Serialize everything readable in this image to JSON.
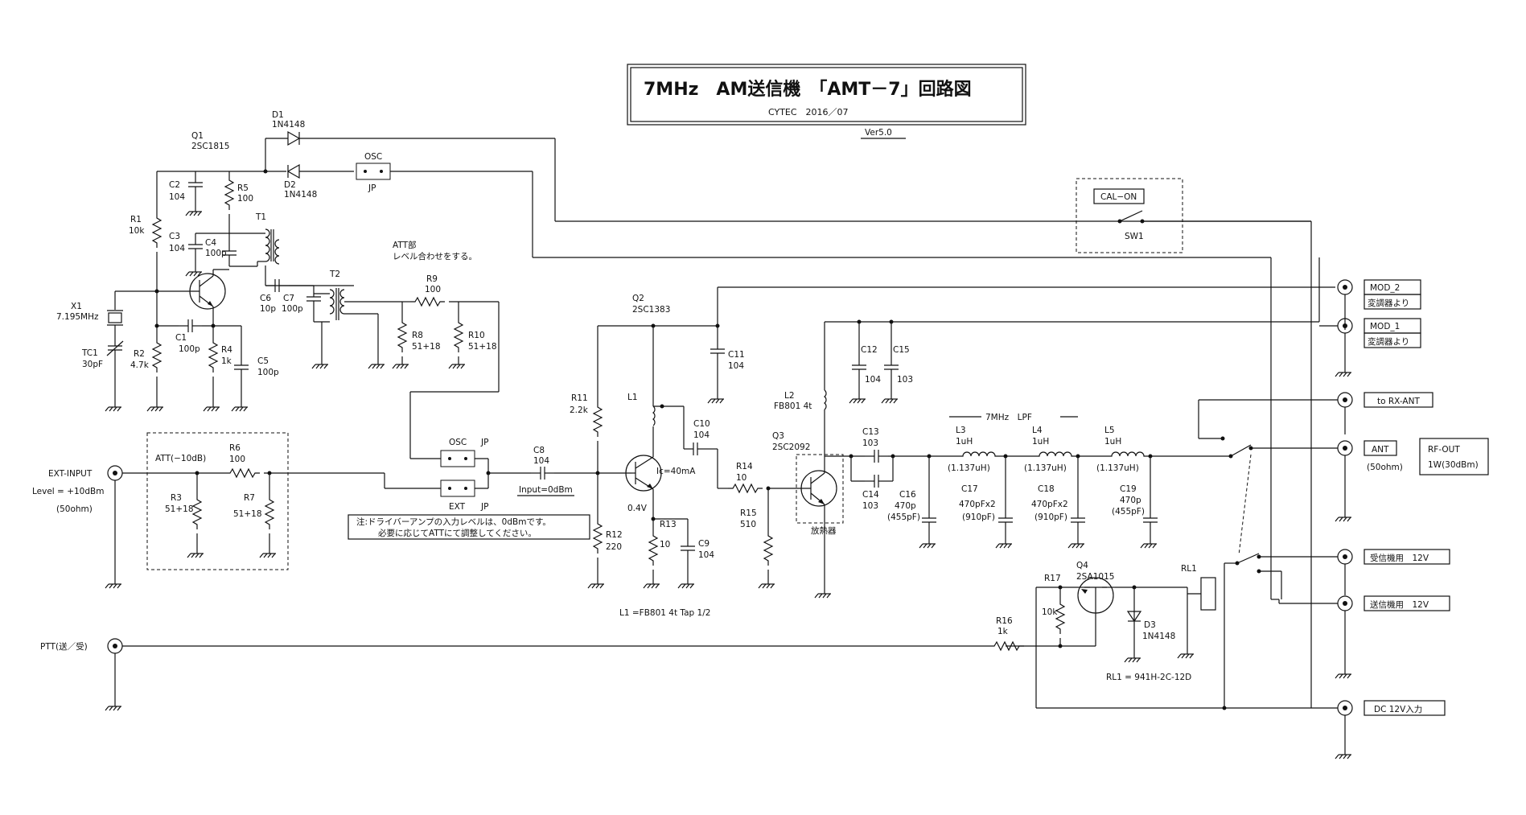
{
  "title": "7MHz　AM送信機　「AMT－7」回路図",
  "subtitle": "CYTEC　2016／07",
  "version": "Ver5.0",
  "parts": {
    "d1": "D1",
    "d1v": "1N4148",
    "d2": "D2",
    "d2v": "1N4148",
    "q1": "Q1",
    "q1v": "2SC1815",
    "r1": "R1",
    "r1v": "10k",
    "r2": "R2",
    "r2v": "4.7k",
    "r4": "R4",
    "r4v": "1k",
    "r5": "R5",
    "r5v": "100",
    "c1": "C1",
    "c1v": "100p",
    "c2": "C2",
    "c2v": "104",
    "c3": "C3",
    "c3v": "104",
    "c4": "C4",
    "c4v": "100p",
    "c5": "C5",
    "c5v": "100p",
    "c6": "C6",
    "c6v": "10p",
    "c7": "C7",
    "c7v": "100p",
    "t1": "T1",
    "t2": "T2",
    "x1": "X1",
    "x1v": "7.195MHz",
    "tc1": "TC1",
    "tc1v": "30pF",
    "r8": "R8",
    "r8v": "51+18",
    "r9": "R9",
    "r9v": "100",
    "r10": "R10",
    "r10v": "51+18",
    "att_note1": "ATT部",
    "att_note2": "レベル合わせをする。",
    "osc": "OSC",
    "jp": "JP",
    "att10": "ATT(−10dB)",
    "r6": "R6",
    "r6v": "100",
    "r3": "R3",
    "r3v": "51+18",
    "r7": "R7",
    "r7v": "51+18",
    "ext_input": "EXT-INPUT",
    "level": "Level = +10dBm",
    "ohm50": "(50ohm)",
    "jp_osc": "OSC",
    "jp_ext": "EXT",
    "c8": "C8",
    "c8v": "104",
    "input0": "Input=0dBm",
    "note1": "注:ドライバーアンプの入力レベルは、0dBmです。",
    "note2": "必要に応じてATTにて調整してください。",
    "q2": "Q2",
    "q2v": "2SC1383",
    "r11": "R11",
    "r11v": "2.2k",
    "r12": "R12",
    "r12v": "220",
    "r13": "R13",
    "r13v": "10",
    "c9": "C9",
    "c9v": "104",
    "c10": "C10",
    "c10v": "104",
    "c11": "C11",
    "c11v": "104",
    "l1": "L1",
    "ic": "Ic=40mA",
    "v04": "0.4V",
    "l1note": "L1 =FB801 4t Tap 1/2",
    "r14": "R14",
    "r14v": "10",
    "r15": "R15",
    "r15v": "510",
    "q3": "Q3",
    "q3v": "2SC2092",
    "heatsink": "放熱器",
    "l2": "L2",
    "l2v": "FB801 4t",
    "c12": "C12",
    "c12v": "104",
    "c15": "C15",
    "c15v": "103",
    "c13": "C13",
    "c13v": "103",
    "c14": "C14",
    "c14v": "103",
    "lpf": "7MHz　LPF",
    "l3": "L3",
    "l4": "L4",
    "l5": "L5",
    "uh": "1uH",
    "uh2": "(1.137uH)",
    "c16": "C16",
    "c16v": "470p",
    "c16v2": "(455pF)",
    "c17": "C17",
    "c17v": "470pFx2",
    "c17v2": "(910pF)",
    "c18": "C18",
    "c18v": "470pFx2",
    "c18v2": "(910pF)",
    "c19": "C19",
    "c19v": "470p",
    "c19v2": "(455pF)",
    "calon": "CAL−ON",
    "sw1": "SW1",
    "mod2": "MOD_2",
    "mod1": "MOD_1",
    "modsrc": "変調器より",
    "rxant": "to RX-ANT",
    "ant": "ANT",
    "rfout": "RF-OUT",
    "rfout2": "1W(30dBm)",
    "rx12": "受信機用　12V",
    "tx12": "送信機用　12V",
    "dc12": "DC 12V入力",
    "q4": "Q4",
    "q4v": "2SA1015",
    "r16": "R16",
    "r16v": "1k",
    "r17": "R17",
    "r17v": "10k",
    "d3": "D3",
    "d3v": "1N4148",
    "rl1": "RL1",
    "rl1note": "RL1 = 941H-2C-12D",
    "ptt": "PTT(送／受)"
  }
}
